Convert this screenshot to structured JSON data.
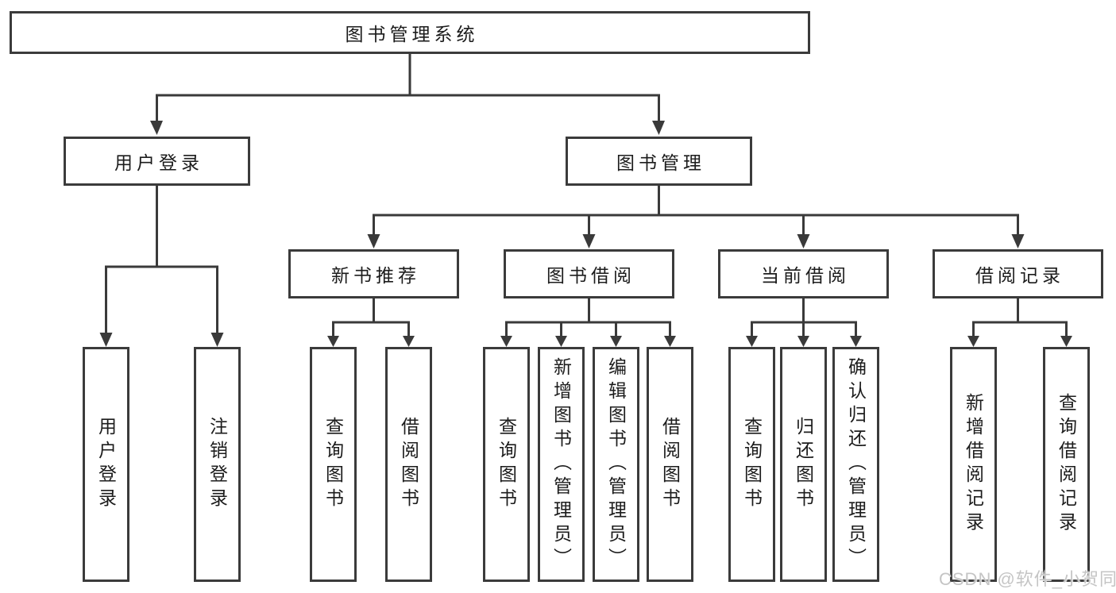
{
  "tree": {
    "root": {
      "label": "图书管理系统"
    },
    "login": {
      "label": "用户登录",
      "leaves": [
        {
          "label": "用户登录"
        },
        {
          "label": "注销登录"
        }
      ]
    },
    "mgmt": {
      "label": "图书管理",
      "groups": [
        {
          "label": "新书推荐",
          "leaves": [
            {
              "label": "查询图书"
            },
            {
              "label": "借阅图书"
            }
          ]
        },
        {
          "label": "图书借阅",
          "leaves": [
            {
              "label": "查询图书"
            },
            {
              "label": "新增图书（管理员）"
            },
            {
              "label": "编辑图书（管理员）"
            },
            {
              "label": "借阅图书"
            }
          ]
        },
        {
          "label": "当前借阅",
          "leaves": [
            {
              "label": "查询图书"
            },
            {
              "label": "归还图书"
            },
            {
              "label": "确认归还（管理员）"
            }
          ]
        },
        {
          "label": "借阅记录",
          "leaves": [
            {
              "label": "新增借阅记录"
            },
            {
              "label": "查询借阅记录"
            }
          ]
        }
      ]
    }
  },
  "watermark": "CSDN @软件_小贺同学",
  "colors": {
    "line": "#3a3a3a",
    "box_border": "#3b3b3b",
    "text": "#1c1c1c",
    "background": "#ffffff",
    "watermark_text": "#c5c5c5"
  }
}
